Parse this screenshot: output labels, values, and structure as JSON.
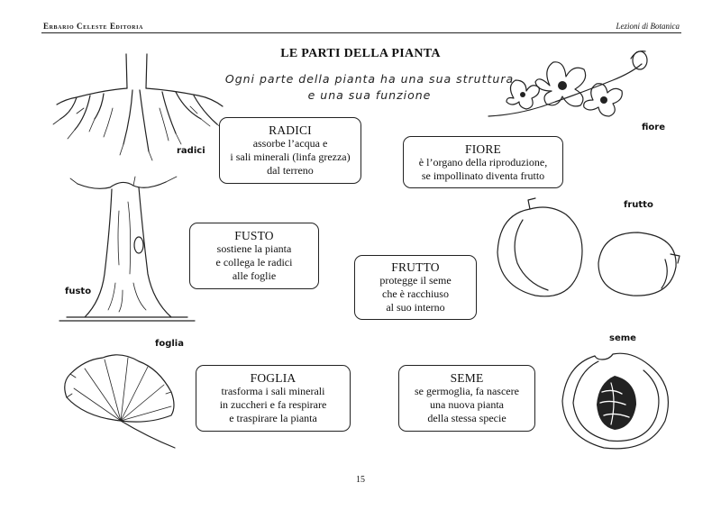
{
  "header": {
    "publisher": "Erbario Celeste Editoria",
    "series": "Lezioni di Botanica"
  },
  "page": {
    "title": "LE PARTI DELLA PIANTA",
    "subtitle_line1": "Ogni parte della pianta ha una sua struttura",
    "subtitle_line2": "e una sua funzione",
    "page_number": "15"
  },
  "labels": {
    "radici": "radici",
    "fusto": "fusto",
    "foglia": "foglia",
    "fiore": "fiore",
    "frutto": "frutto",
    "seme": "seme"
  },
  "boxes": {
    "radici": {
      "title": "RADICI",
      "lines": [
        "assorbe l’acqua e",
        "i sali minerali (linfa grezza)",
        "dal terreno"
      ]
    },
    "fiore": {
      "title": "FIORE",
      "lines": [
        "è l’organo della riproduzione,",
        "se impollinato diventa frutto"
      ]
    },
    "fusto": {
      "title": "FUSTO",
      "lines": [
        "sostiene la pianta",
        "e collega le radici",
        "alle foglie"
      ]
    },
    "frutto": {
      "title": "FRUTTO",
      "lines": [
        "protegge il seme",
        "che è racchiuso",
        "al suo interno"
      ]
    },
    "foglia": {
      "title": "FOGLIA",
      "lines": [
        "trasforma i sali minerali",
        "in zuccheri e fa respirare",
        "e traspirare la pianta"
      ]
    },
    "seme": {
      "title": "SEME",
      "lines": [
        "se germoglia, fa nascere",
        "una nuova pianta",
        "della stessa specie"
      ]
    }
  },
  "illustrations": {
    "roots": "roots-illustration",
    "trunk": "tree-trunk-illustration",
    "leaf": "ginkgo-leaf-illustration",
    "flower": "flower-branch-illustration",
    "fruit": "apricot-fruit-illustration",
    "seed": "fruit-cross-section-seed-illustration"
  }
}
